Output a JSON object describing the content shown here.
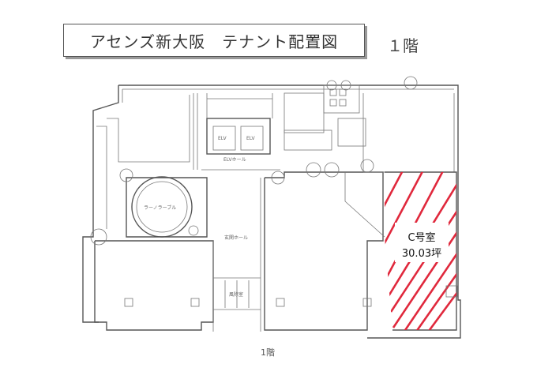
{
  "header": {
    "title": "アセンズ新大阪　テナント配置図",
    "floor": "１階"
  },
  "plan": {
    "caption": "1階",
    "elevator_hall": "ELVホール",
    "entrance_hall": "玄関ホール",
    "round_room": "ラーノラーブル",
    "elv_labels": [
      "ELV",
      "ELV"
    ],
    "corridor": "風除室"
  },
  "room_c": {
    "name": "C号室",
    "area": "30.03坪",
    "hatch_color": "#e0283c"
  }
}
